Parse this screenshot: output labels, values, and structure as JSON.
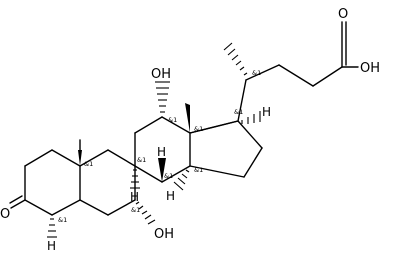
{
  "molecule": {
    "atom_labels": {
      "carboxylic_acid_oxygen": "O",
      "carboxylic_acid_hydroxyl": "OH",
      "hydroxyl_c12": "OH",
      "hydroxyl_c7": "OH",
      "ketone_oxygen": "O",
      "hydrogen_c17": "H",
      "hydrogen_c14": "H",
      "hydrogen_c8": "H",
      "hydrogen_c9": "H",
      "hydrogen_c5": "H"
    },
    "stereo_label": "&1"
  }
}
